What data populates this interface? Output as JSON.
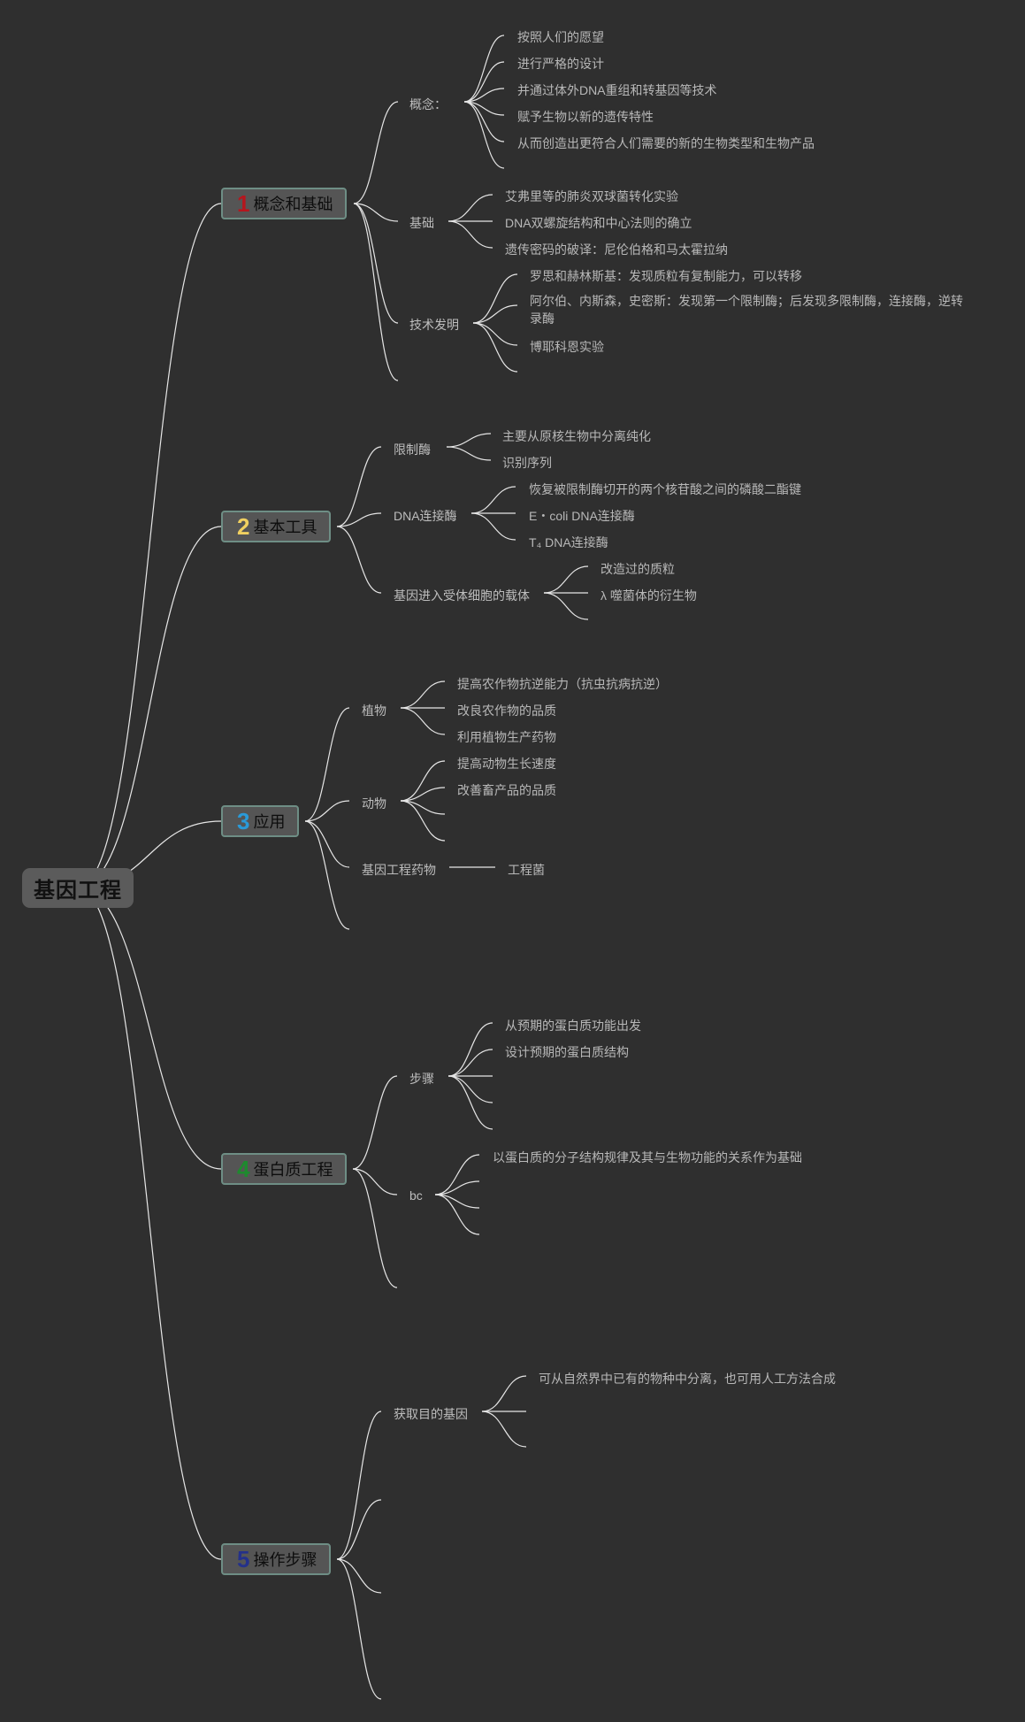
{
  "root": {
    "label": "基因工程"
  },
  "colors": {
    "background": "#2f2f2f",
    "line": "#e6e6e6",
    "topic_bg": "#555555",
    "topic_border": "#6e8e85"
  },
  "topics": [
    {
      "num": "1",
      "num_color": "#b5161e",
      "label": "概念和基础",
      "subs": [
        {
          "label": "概念：",
          "items": [
            "按照人们的愿望",
            "进行严格的设计",
            "并通过体外DNA重组和转基因等技术",
            "赋予生物以新的遗传特性",
            "从而创造出更符合人们需要的新的生物类型和生物产品"
          ]
        },
        {
          "label": "基础",
          "items": [
            "艾弗里等的肺炎双球菌转化实验",
            "DNA双螺旋结构和中心法则的确立",
            "遗传密码的破译：尼伦伯格和马太霍拉纳"
          ]
        },
        {
          "label": "技术发明",
          "items": [
            "罗思和赫林斯基：发现质粒有复制能力，可以转移",
            "阿尔伯、内斯森，史密斯：发现第一个限制酶；后发现多限制酶，连接酶，逆转录酶",
            "博耶科恩实验"
          ]
        }
      ]
    },
    {
      "num": "2",
      "num_color": "#f0d060",
      "label": "基本工具",
      "subs": [
        {
          "label": "限制酶",
          "items": [
            "主要从原核生物中分离纯化",
            "识别序列"
          ]
        },
        {
          "label": "DNA连接酶",
          "items": [
            "恢复被限制酶切开的两个核苷酸之间的磷酸二酯键",
            "E・coli DNA连接酶",
            "T₄ DNA连接酶"
          ]
        },
        {
          "label": "基因进入受体细胞的载体",
          "items": [
            "改造过的质粒",
            "λ 噬菌体的衍生物"
          ]
        }
      ]
    },
    {
      "num": "3",
      "num_color": "#2a9ad8",
      "label": "应用",
      "subs": [
        {
          "label": "植物",
          "items": [
            "提高农作物抗逆能力（抗虫抗病抗逆）",
            "改良农作物的品质",
            "利用植物生产药物"
          ]
        },
        {
          "label": "动物",
          "items": [
            "提高动物生长速度",
            "改善畜产品的品质"
          ]
        },
        {
          "label": "基因工程药物",
          "items": [
            "工程菌"
          ]
        }
      ]
    },
    {
      "num": "4",
      "num_color": "#1e8a2e",
      "label": "蛋白质工程",
      "subs": [
        {
          "label": "步骤",
          "items": [
            "从预期的蛋白质功能出发",
            "设计预期的蛋白质结构"
          ]
        },
        {
          "label": "bc",
          "items": [
            "以蛋白质的分子结构规律及其与生物功能的关系作为基础"
          ]
        }
      ]
    },
    {
      "num": "5",
      "num_color": "#24318a",
      "label": "操作步骤",
      "subs": [
        {
          "label": "获取目的基因",
          "items": [
            "可从自然界中已有的物种中分离，也可用人工方法合成"
          ]
        }
      ]
    }
  ]
}
